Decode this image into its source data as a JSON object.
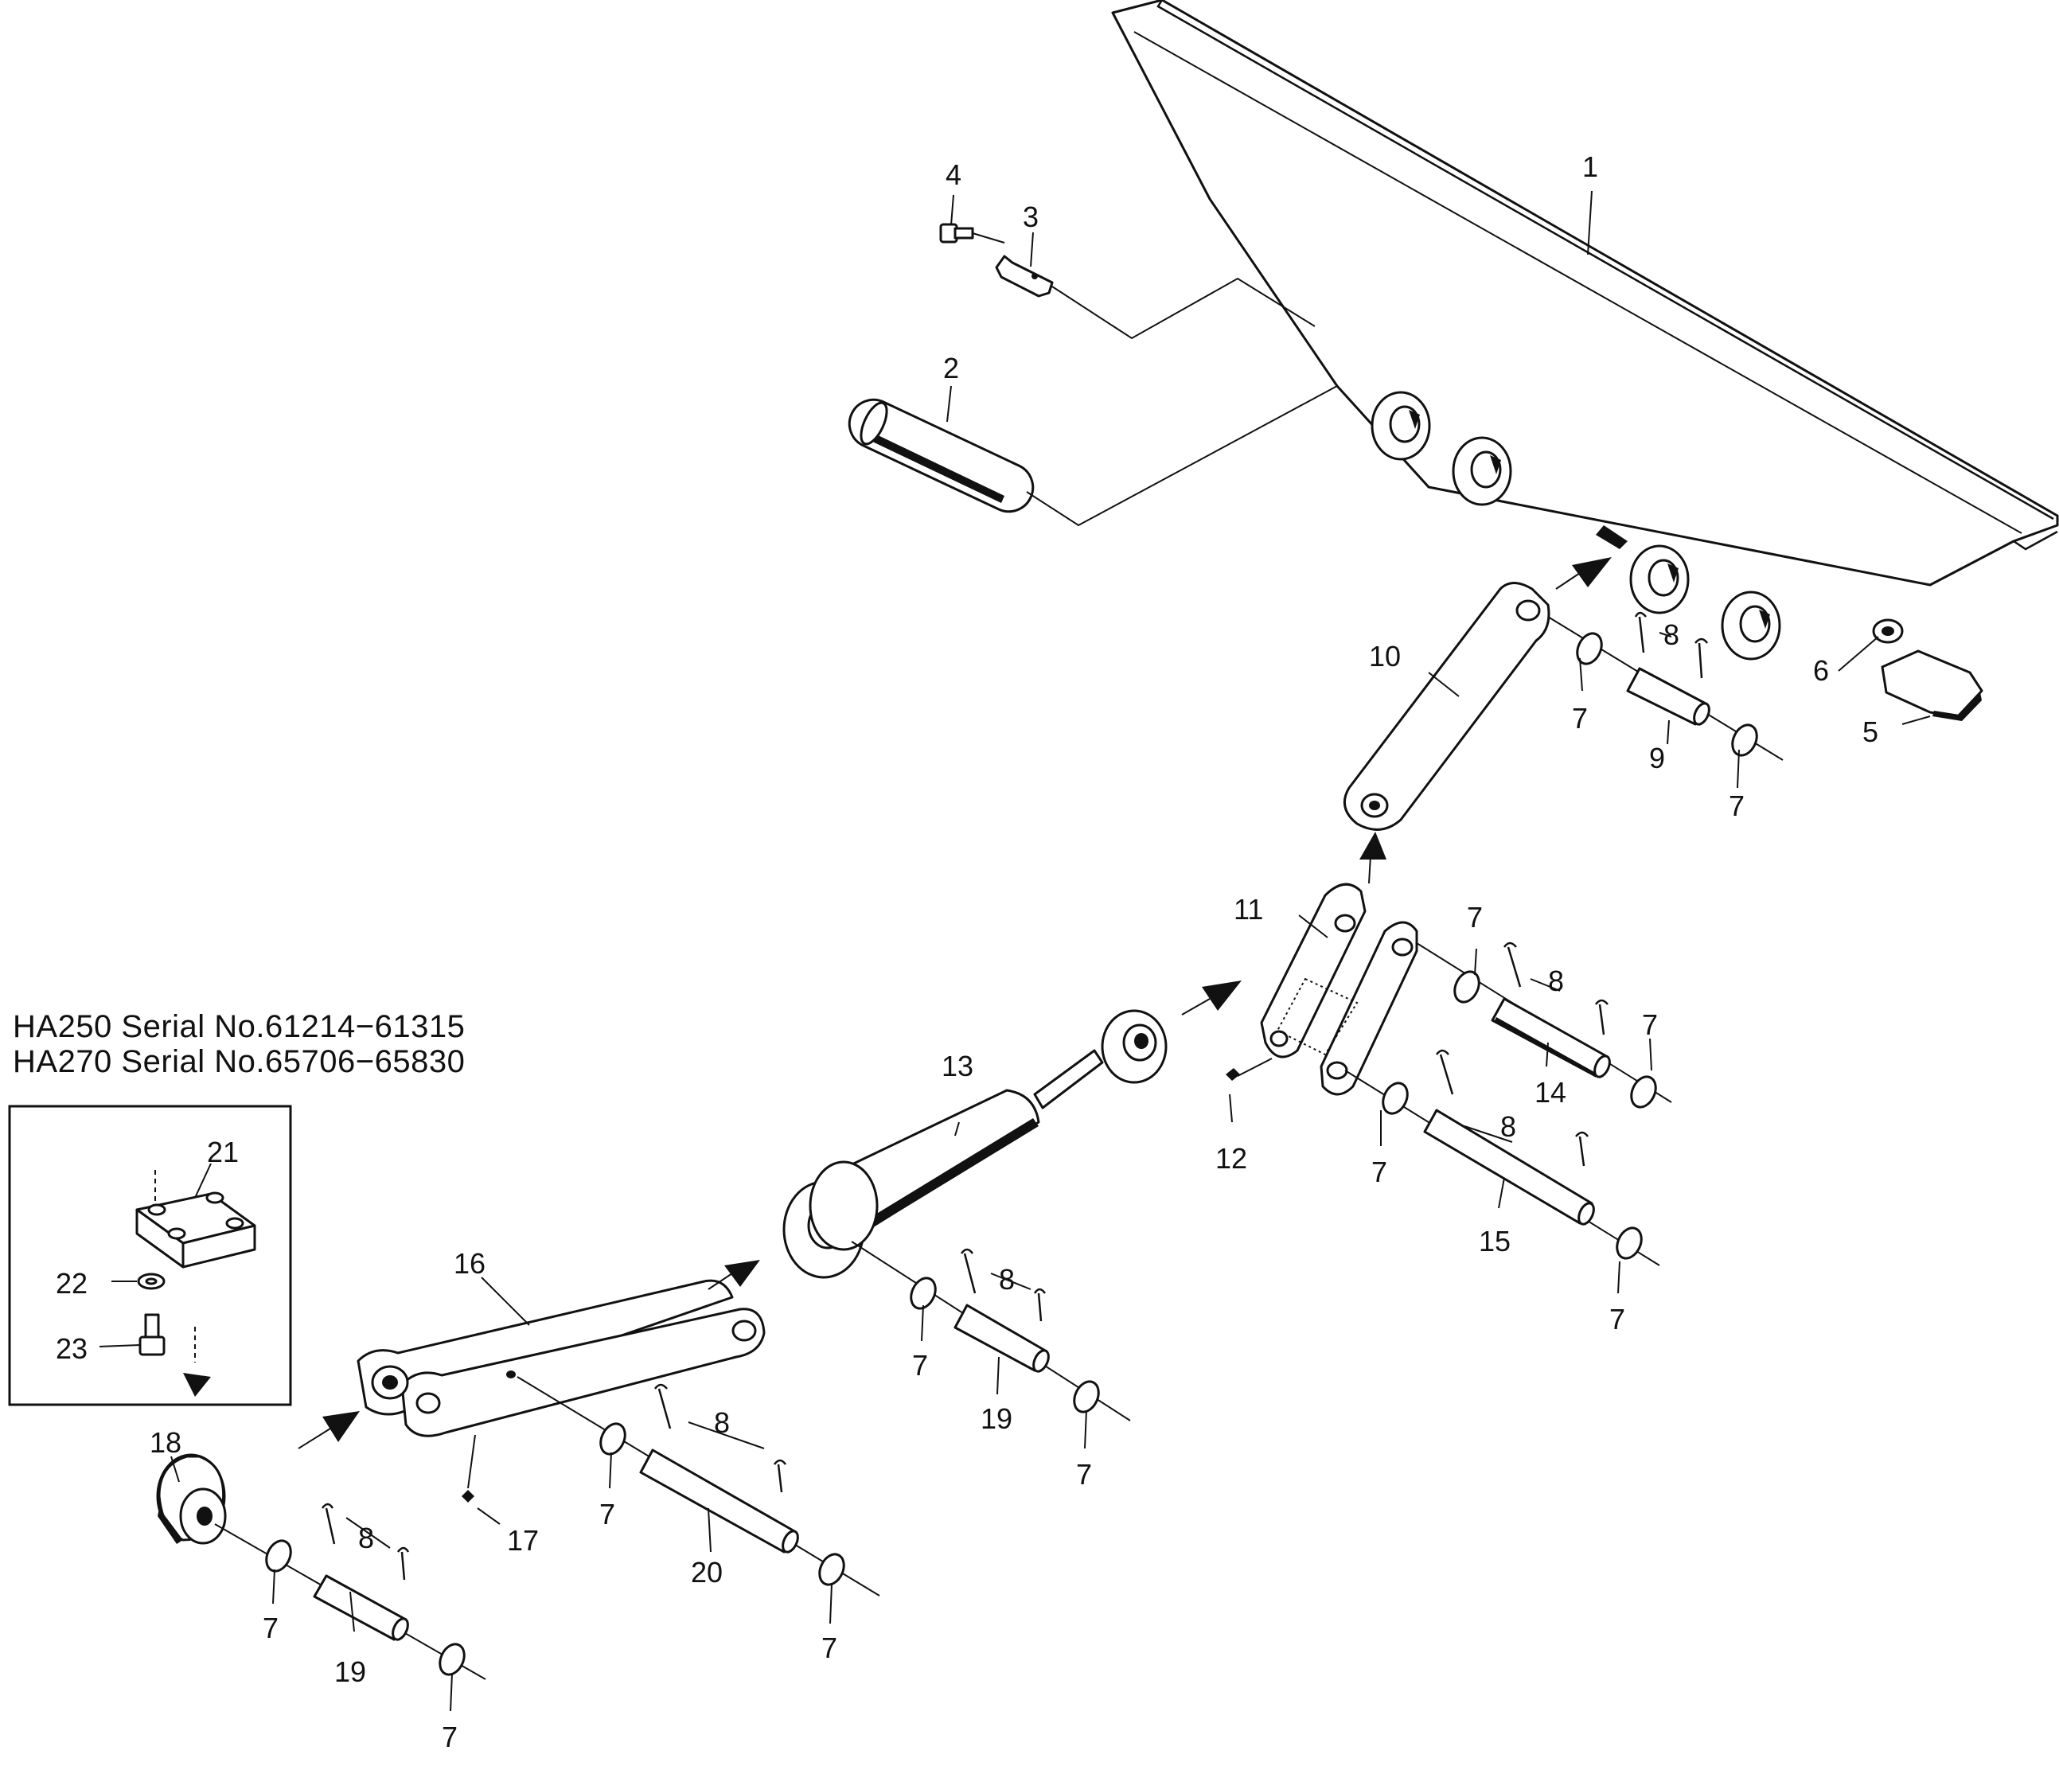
{
  "serial_notes": [
    "HA250 Serial No.61214−61315",
    "HA270 Serial No.65706−65830"
  ],
  "callouts": {
    "c1": "1",
    "c2": "2",
    "c3": "3",
    "c4": "4",
    "c5": "5",
    "c6": "6",
    "c7a": "7",
    "c7b": "7",
    "c7c": "7",
    "c7d": "7",
    "c7e": "7",
    "c7f": "7",
    "c7g": "7",
    "c7h": "7",
    "c7i": "7",
    "c7j": "7",
    "c7k": "7",
    "c7l": "7",
    "c8a": "8",
    "c8b": "8",
    "c8c": "8",
    "c8d": "8",
    "c8e": "8",
    "c8f": "8",
    "c9": "9",
    "c10": "10",
    "c11": "11",
    "c12": "12",
    "c13": "13",
    "c14": "14",
    "c15": "15",
    "c16": "16",
    "c17": "17",
    "c18": "18",
    "c19a": "19",
    "c19b": "19",
    "c20": "20",
    "c21": "21",
    "c22": "22",
    "c23": "23"
  },
  "colors": {
    "ink": "#111111",
    "paper": "#ffffff"
  }
}
